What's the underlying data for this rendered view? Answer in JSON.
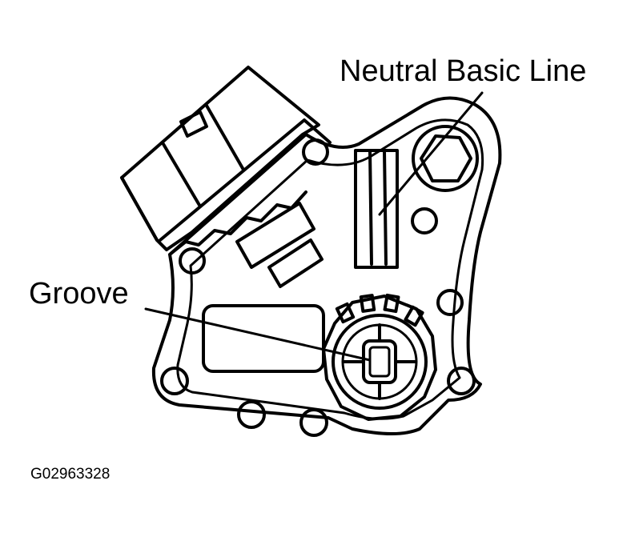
{
  "labels": {
    "neutral_basic_line": "Neutral Basic Line",
    "groove": "Groove"
  },
  "figure_id": "G02963328",
  "colors": {
    "ink": "#000000",
    "paper": "#ffffff"
  }
}
